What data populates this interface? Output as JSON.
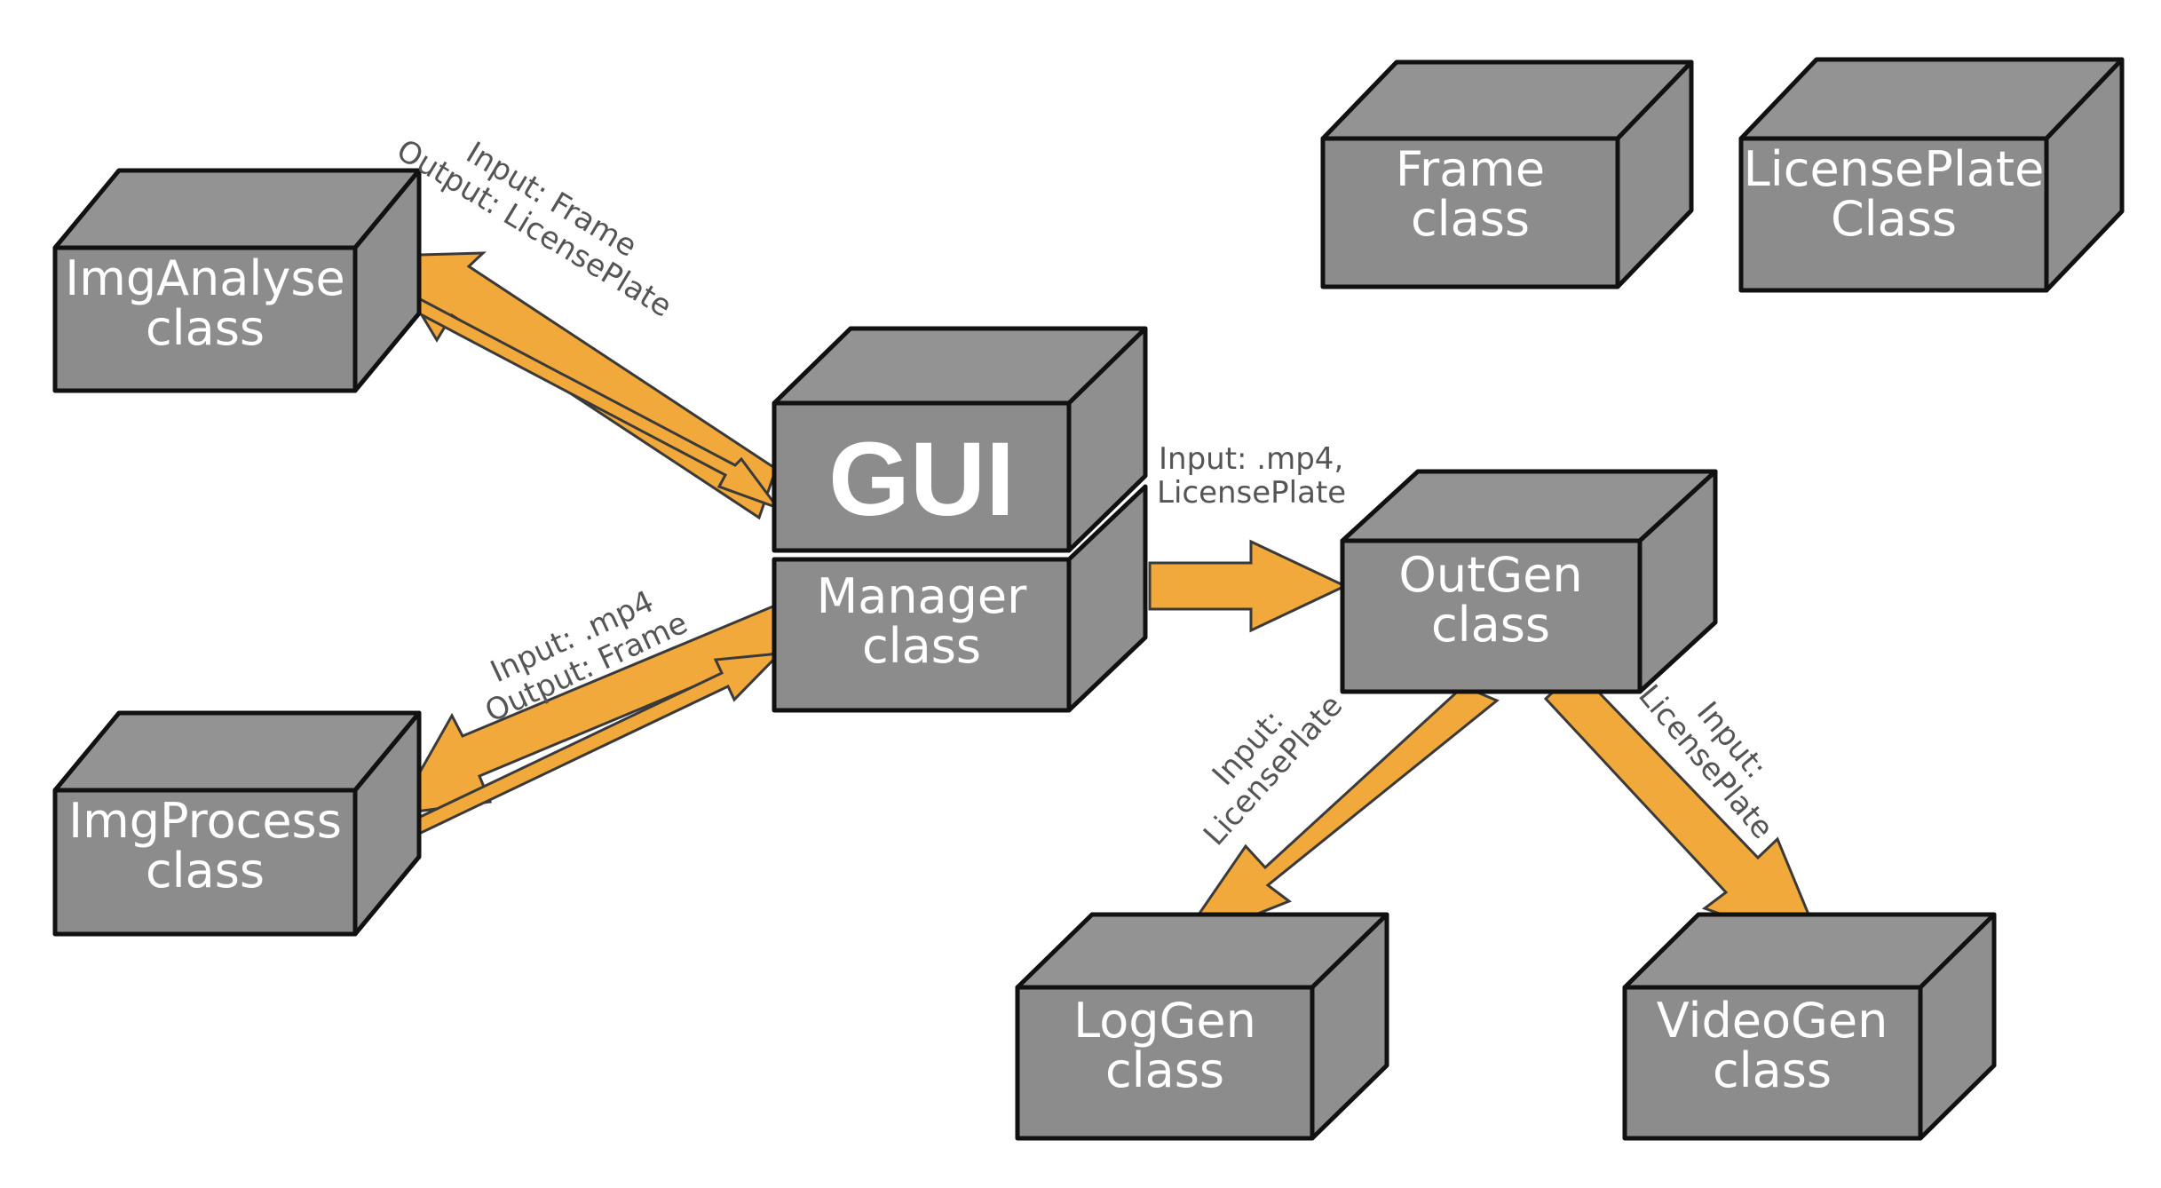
{
  "colors": {
    "box_fill": "#8c8c8c",
    "box_stroke": "#111111",
    "arrow_fill": "#f2a93b",
    "arrow_stroke": "#3a3a3a",
    "label_text": "#ffffff",
    "flow_text": "#555555"
  },
  "boxes": {
    "imganalyse": {
      "line1": "ImgAnalyse",
      "line2": "class"
    },
    "imgprocess": {
      "line1": "ImgProcess",
      "line2": "class"
    },
    "gui": {
      "line1": "GUI"
    },
    "manager": {
      "line1": "Manager",
      "line2": "class"
    },
    "outgen": {
      "line1": "OutGen",
      "line2": "class"
    },
    "frame": {
      "line1": "Frame",
      "line2": "class"
    },
    "licenseplate": {
      "line1": "LicensePlate",
      "line2": "Class"
    },
    "loggen": {
      "line1": "LogGen",
      "line2": "class"
    },
    "videogen": {
      "line1": "VideoGen",
      "line2": "class"
    }
  },
  "flows": {
    "imganalyse": {
      "line1": "Input: Frame",
      "line2": "Output: LicensePlate"
    },
    "imgprocess": {
      "line1": "Input: .mp4",
      "line2": "Output: Frame"
    },
    "outgen": {
      "line1": "Input: .mp4,",
      "line2": "LicensePlate"
    },
    "loggen": {
      "line1": "Input:",
      "line2": "LicensePlate"
    },
    "videogen": {
      "line1": "Input:",
      "line2": "LicensePlate"
    }
  }
}
